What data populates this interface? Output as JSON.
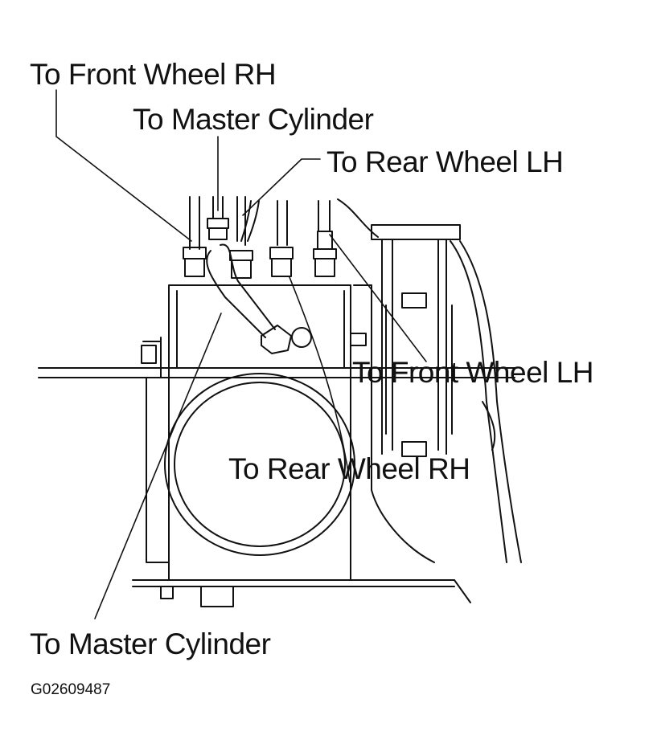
{
  "labels": {
    "front_wheel_rh": "To Front Wheel RH",
    "master_cylinder_top": "To Master Cylinder",
    "rear_wheel_lh": "To Rear Wheel LH",
    "front_wheel_lh": "To Front Wheel LH",
    "rear_wheel_rh": "To Rear Wheel RH",
    "master_cylinder_bottom": "To Master Cylinder"
  },
  "figure_id": "G02609487",
  "colors": {
    "line": "#111111",
    "background": "#ffffff"
  }
}
